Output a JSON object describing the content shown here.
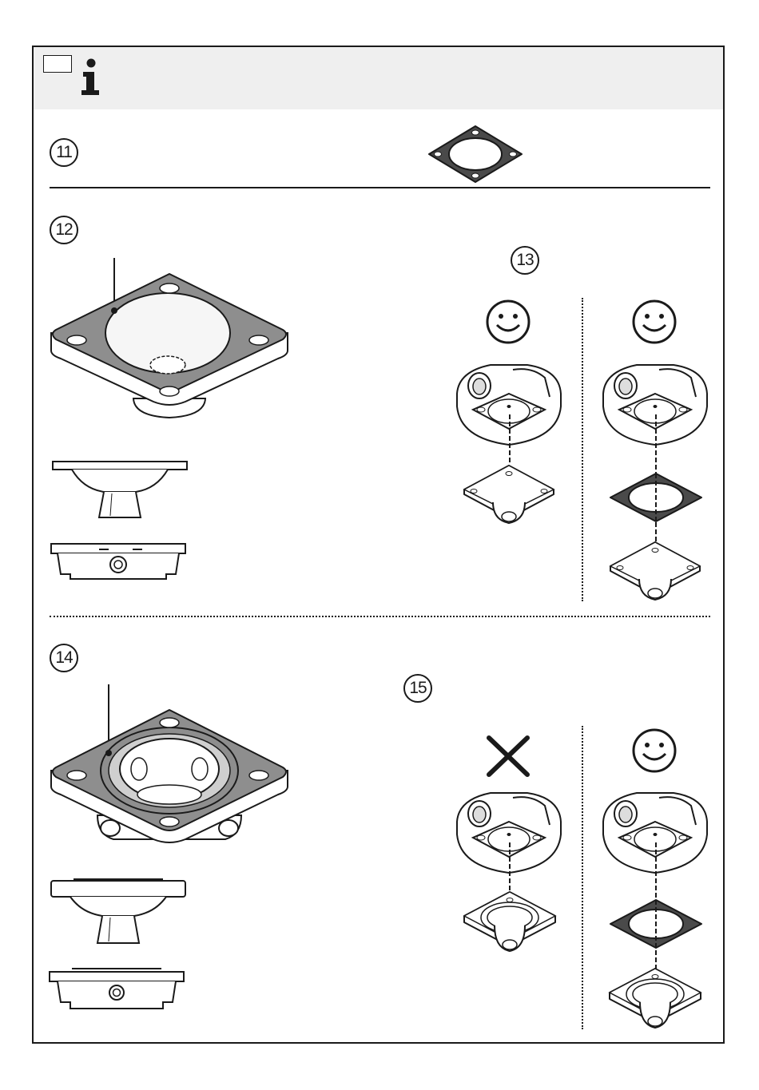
{
  "steps": {
    "s11": "11",
    "s12": "12",
    "s13": "13",
    "s14": "14",
    "s15": "15"
  },
  "icons": {
    "info": "info-icon",
    "ok": "smiley-face-icon",
    "wrong": "x-cross-icon"
  },
  "colors": {
    "gasket": "#4a4a4a",
    "plate": "#8e8e8e",
    "line": "#1a1a1a",
    "header": "#efefef"
  }
}
